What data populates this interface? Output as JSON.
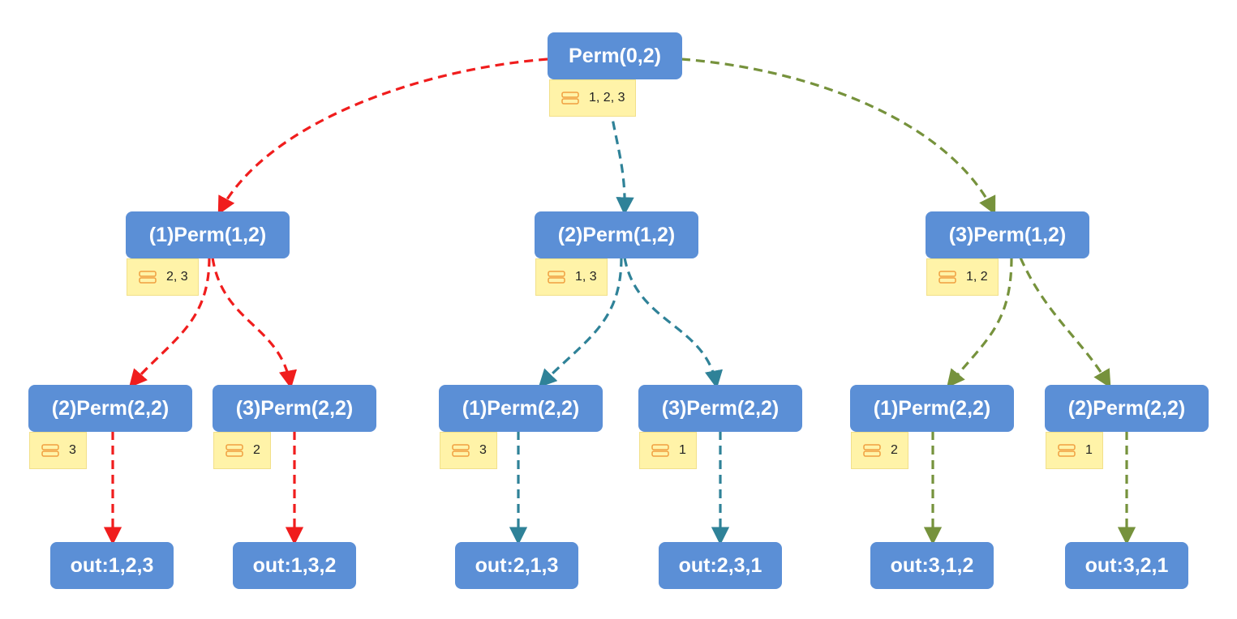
{
  "colors": {
    "node_fill": "#5b8fd6",
    "note_fill": "#fff3a8",
    "branch_1": "#f01d1d",
    "branch_2": "#2f8298",
    "branch_3": "#76923c"
  },
  "note_icon": "memo-icon",
  "root": {
    "label": "Perm(0,2)",
    "note": "1, 2, 3"
  },
  "level1": [
    {
      "label": "(1)Perm(1,2)",
      "note": "2, 3"
    },
    {
      "label": "(2)Perm(1,2)",
      "note": "1, 3"
    },
    {
      "label": "(3)Perm(1,2)",
      "note": "1, 2"
    }
  ],
  "level2": [
    {
      "label": "(2)Perm(2,2)",
      "note": "3"
    },
    {
      "label": "(3)Perm(2,2)",
      "note": "2"
    },
    {
      "label": "(1)Perm(2,2)",
      "note": "3"
    },
    {
      "label": "(3)Perm(2,2)",
      "note": "1"
    },
    {
      "label": "(1)Perm(2,2)",
      "note": "2"
    },
    {
      "label": "(2)Perm(2,2)",
      "note": "1"
    }
  ],
  "outputs": [
    {
      "label": "out:1,2,3"
    },
    {
      "label": "out:1,3,2"
    },
    {
      "label": "out:2,1,3"
    },
    {
      "label": "out:2,3,1"
    },
    {
      "label": "out:3,1,2"
    },
    {
      "label": "out:3,2,1"
    }
  ]
}
